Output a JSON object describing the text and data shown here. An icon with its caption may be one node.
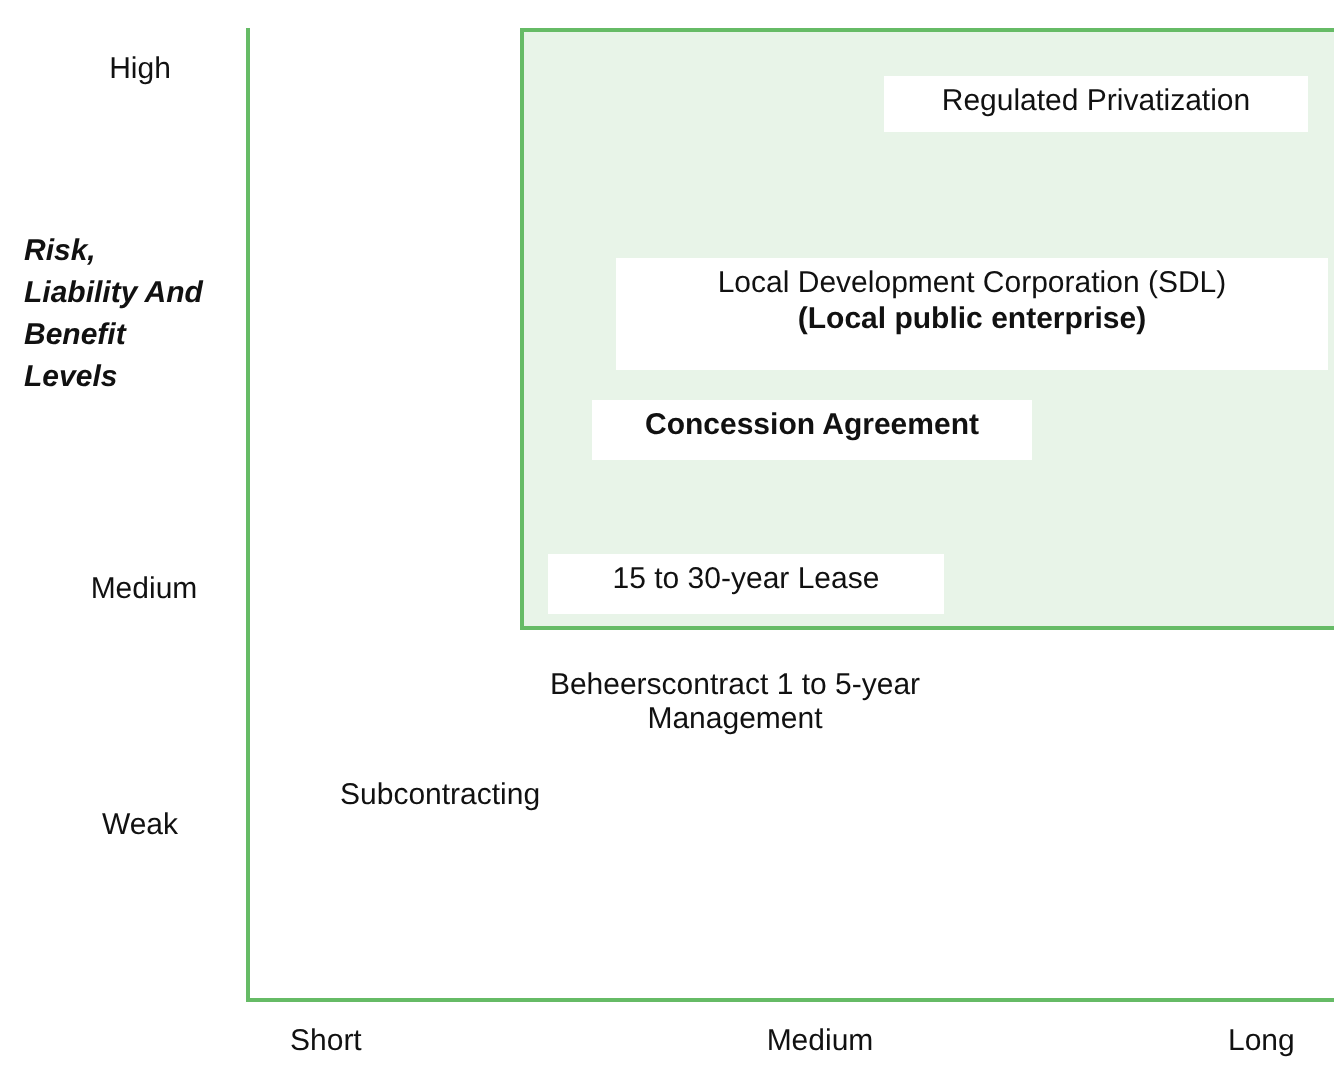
{
  "diagram": {
    "nodes": [
      {
        "text": [],
        "shape": "box"
      },
      {
        "text": [
          "Regulated Privatization"
        ],
        "in": 0
      },
      {
        "text": [
          "Local Development Corporation (SDL)",
          "(Local public enterprise)"
        ],
        "in": 0
      },
      {
        "text": [
          "Concession Agreement"
        ],
        "in": 0
      },
      {
        "text": [
          "15 to 30-year Lease"
        ],
        "in": 0
      }
    ],
    "edges": [],
    "labels": [
      "High",
      "Risk, Liability And Benefit Levels",
      "Medium",
      "Weak",
      "Beheerscontract 1 to 5-year Management",
      "Subcontracting",
      "Short",
      "Medium",
      "Long"
    ]
  }
}
